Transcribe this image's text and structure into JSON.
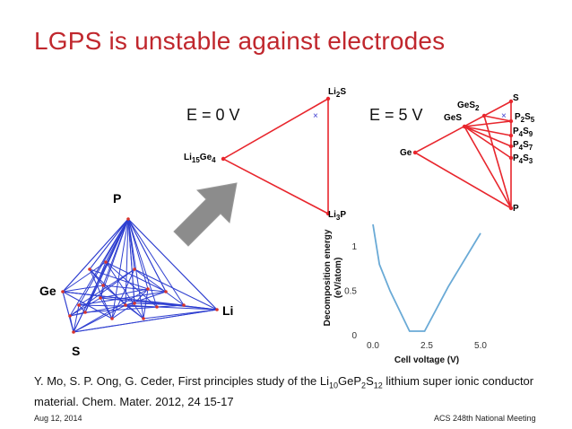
{
  "slide": {
    "title": "LGPS is unstable against electrodes",
    "date": "Aug 12, 2014",
    "event": "ACS 248th National Meeting"
  },
  "citation": {
    "text_a": "Y. Mo, S. P. Ong, G. Ceder, First principles study of the Li",
    "sub_a": "10",
    "text_b": "GeP",
    "sub_b": "2",
    "text_c": "S",
    "sub_c": "12",
    "text_d": " lithium super ionic conductor material. Chem. Mater. 2012, 24 15-17"
  },
  "tetrahedron": {
    "labels": {
      "p": "P",
      "ge": "Ge",
      "li": "Li",
      "s": "S"
    }
  },
  "diagram_e0": {
    "title": "E = 0 V",
    "li2s": {
      "base": "Li",
      "sub": "2",
      "tail": "S"
    },
    "li15ge4": {
      "base": "Li",
      "sub1": "15",
      "mid": "Ge",
      "sub2": "4"
    },
    "li3p": {
      "base": "Li",
      "sub": "3",
      "tail": "P"
    },
    "marker": "×"
  },
  "diagram_e5": {
    "title": "E = 5 V",
    "s": "S",
    "ges2": {
      "base": "GeS",
      "sub": "2"
    },
    "ges": "GeS",
    "ge": "Ge",
    "p2s5": {
      "base": "P",
      "sub1": "2",
      "mid": "S",
      "sub2": "5"
    },
    "p4s9": {
      "base": "P",
      "sub1": "4",
      "mid": "S",
      "sub2": "9"
    },
    "p4s7": {
      "base": "P",
      "sub1": "4",
      "mid": "S",
      "sub2": "7"
    },
    "p4s3": {
      "base": "P",
      "sub1": "4",
      "mid": "S",
      "sub2": "3"
    },
    "p": "P",
    "marker": "×"
  },
  "colors": {
    "title": "#c0272d",
    "diagram": "#e8262d",
    "tetra": "#2f3fd0",
    "curve": "#6aaad6",
    "arrow": "#8c8c8c"
  },
  "chart_data": {
    "type": "line",
    "xlabel": "Cell voltage (V)",
    "ylabel_line1": "Decomposition energy",
    "ylabel_line2": "(eV/atom)",
    "xlim": [
      -0.5,
      5.5
    ],
    "ylim": [
      0,
      1.3
    ],
    "xticks": [
      0.0,
      2.5,
      5.0
    ],
    "xtick_labels": [
      "0.0",
      "2.5",
      "5.0"
    ],
    "yticks": [
      0,
      0.5,
      1
    ],
    "ytick_labels": [
      "0",
      "0.5",
      "1"
    ],
    "grid": false,
    "series": [
      {
        "x": [
          0.0,
          0.3,
          0.8,
          1.7,
          2.2,
          2.4,
          3.5,
          5.0
        ],
        "y": [
          1.25,
          0.8,
          0.5,
          0.05,
          0.05,
          0.05,
          0.55,
          1.15
        ]
      }
    ]
  }
}
